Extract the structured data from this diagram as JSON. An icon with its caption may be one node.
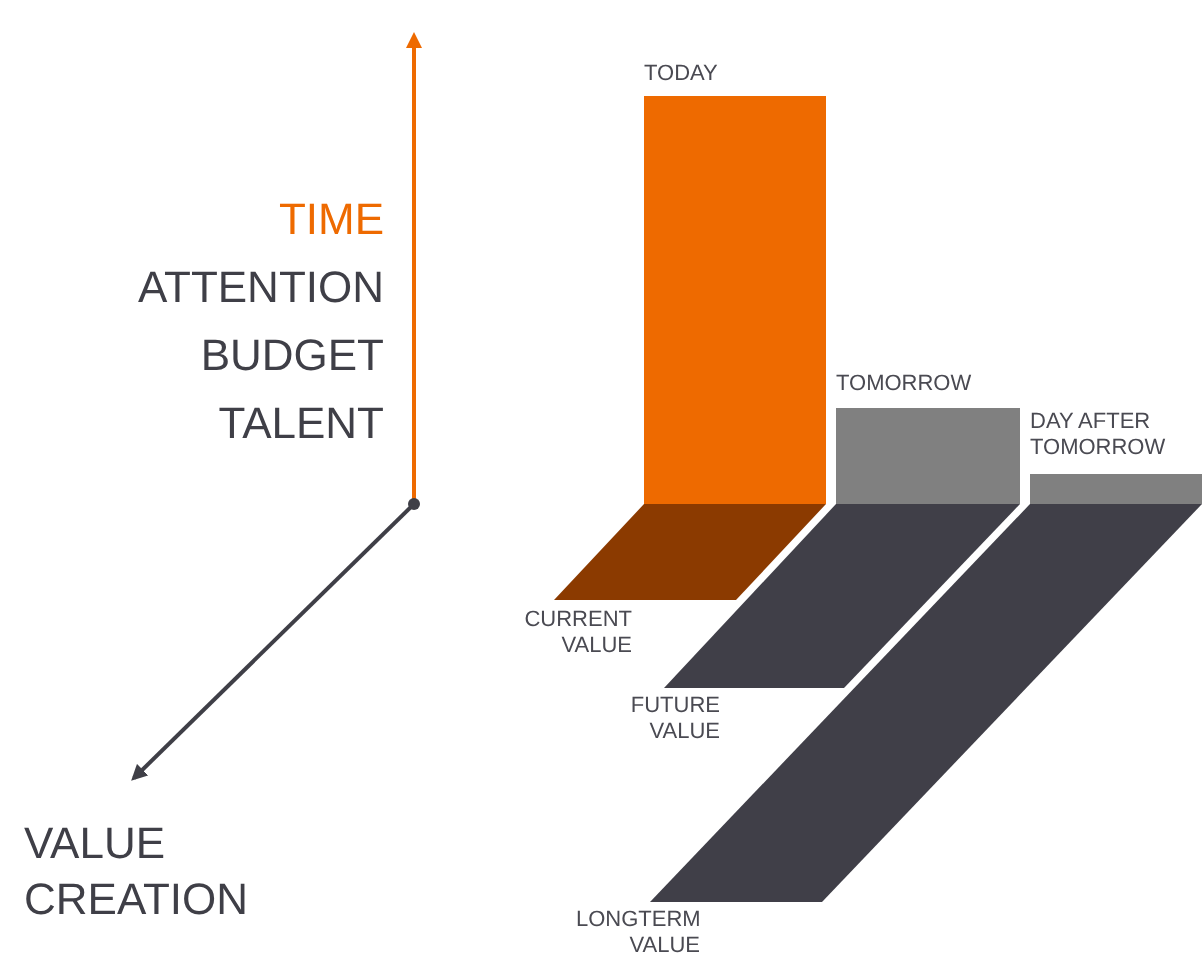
{
  "diagram": {
    "nodes": [
      {
        "text": [
          "TODAY"
        ]
      },
      {
        "text": [
          "TOMORROW"
        ]
      },
      {
        "text": [
          "DAY AFTER TOMORROW"
        ]
      },
      {
        "text": [
          "CURRENT VALUE"
        ]
      },
      {
        "text": [
          "FUTURE VALUE"
        ]
      },
      {
        "text": [
          "LONGTERM VALUE"
        ]
      }
    ],
    "labels": [
      "TIME",
      "ATTENTION",
      "BUDGET",
      "TALENT",
      "VALUE CREATION"
    ]
  }
}
